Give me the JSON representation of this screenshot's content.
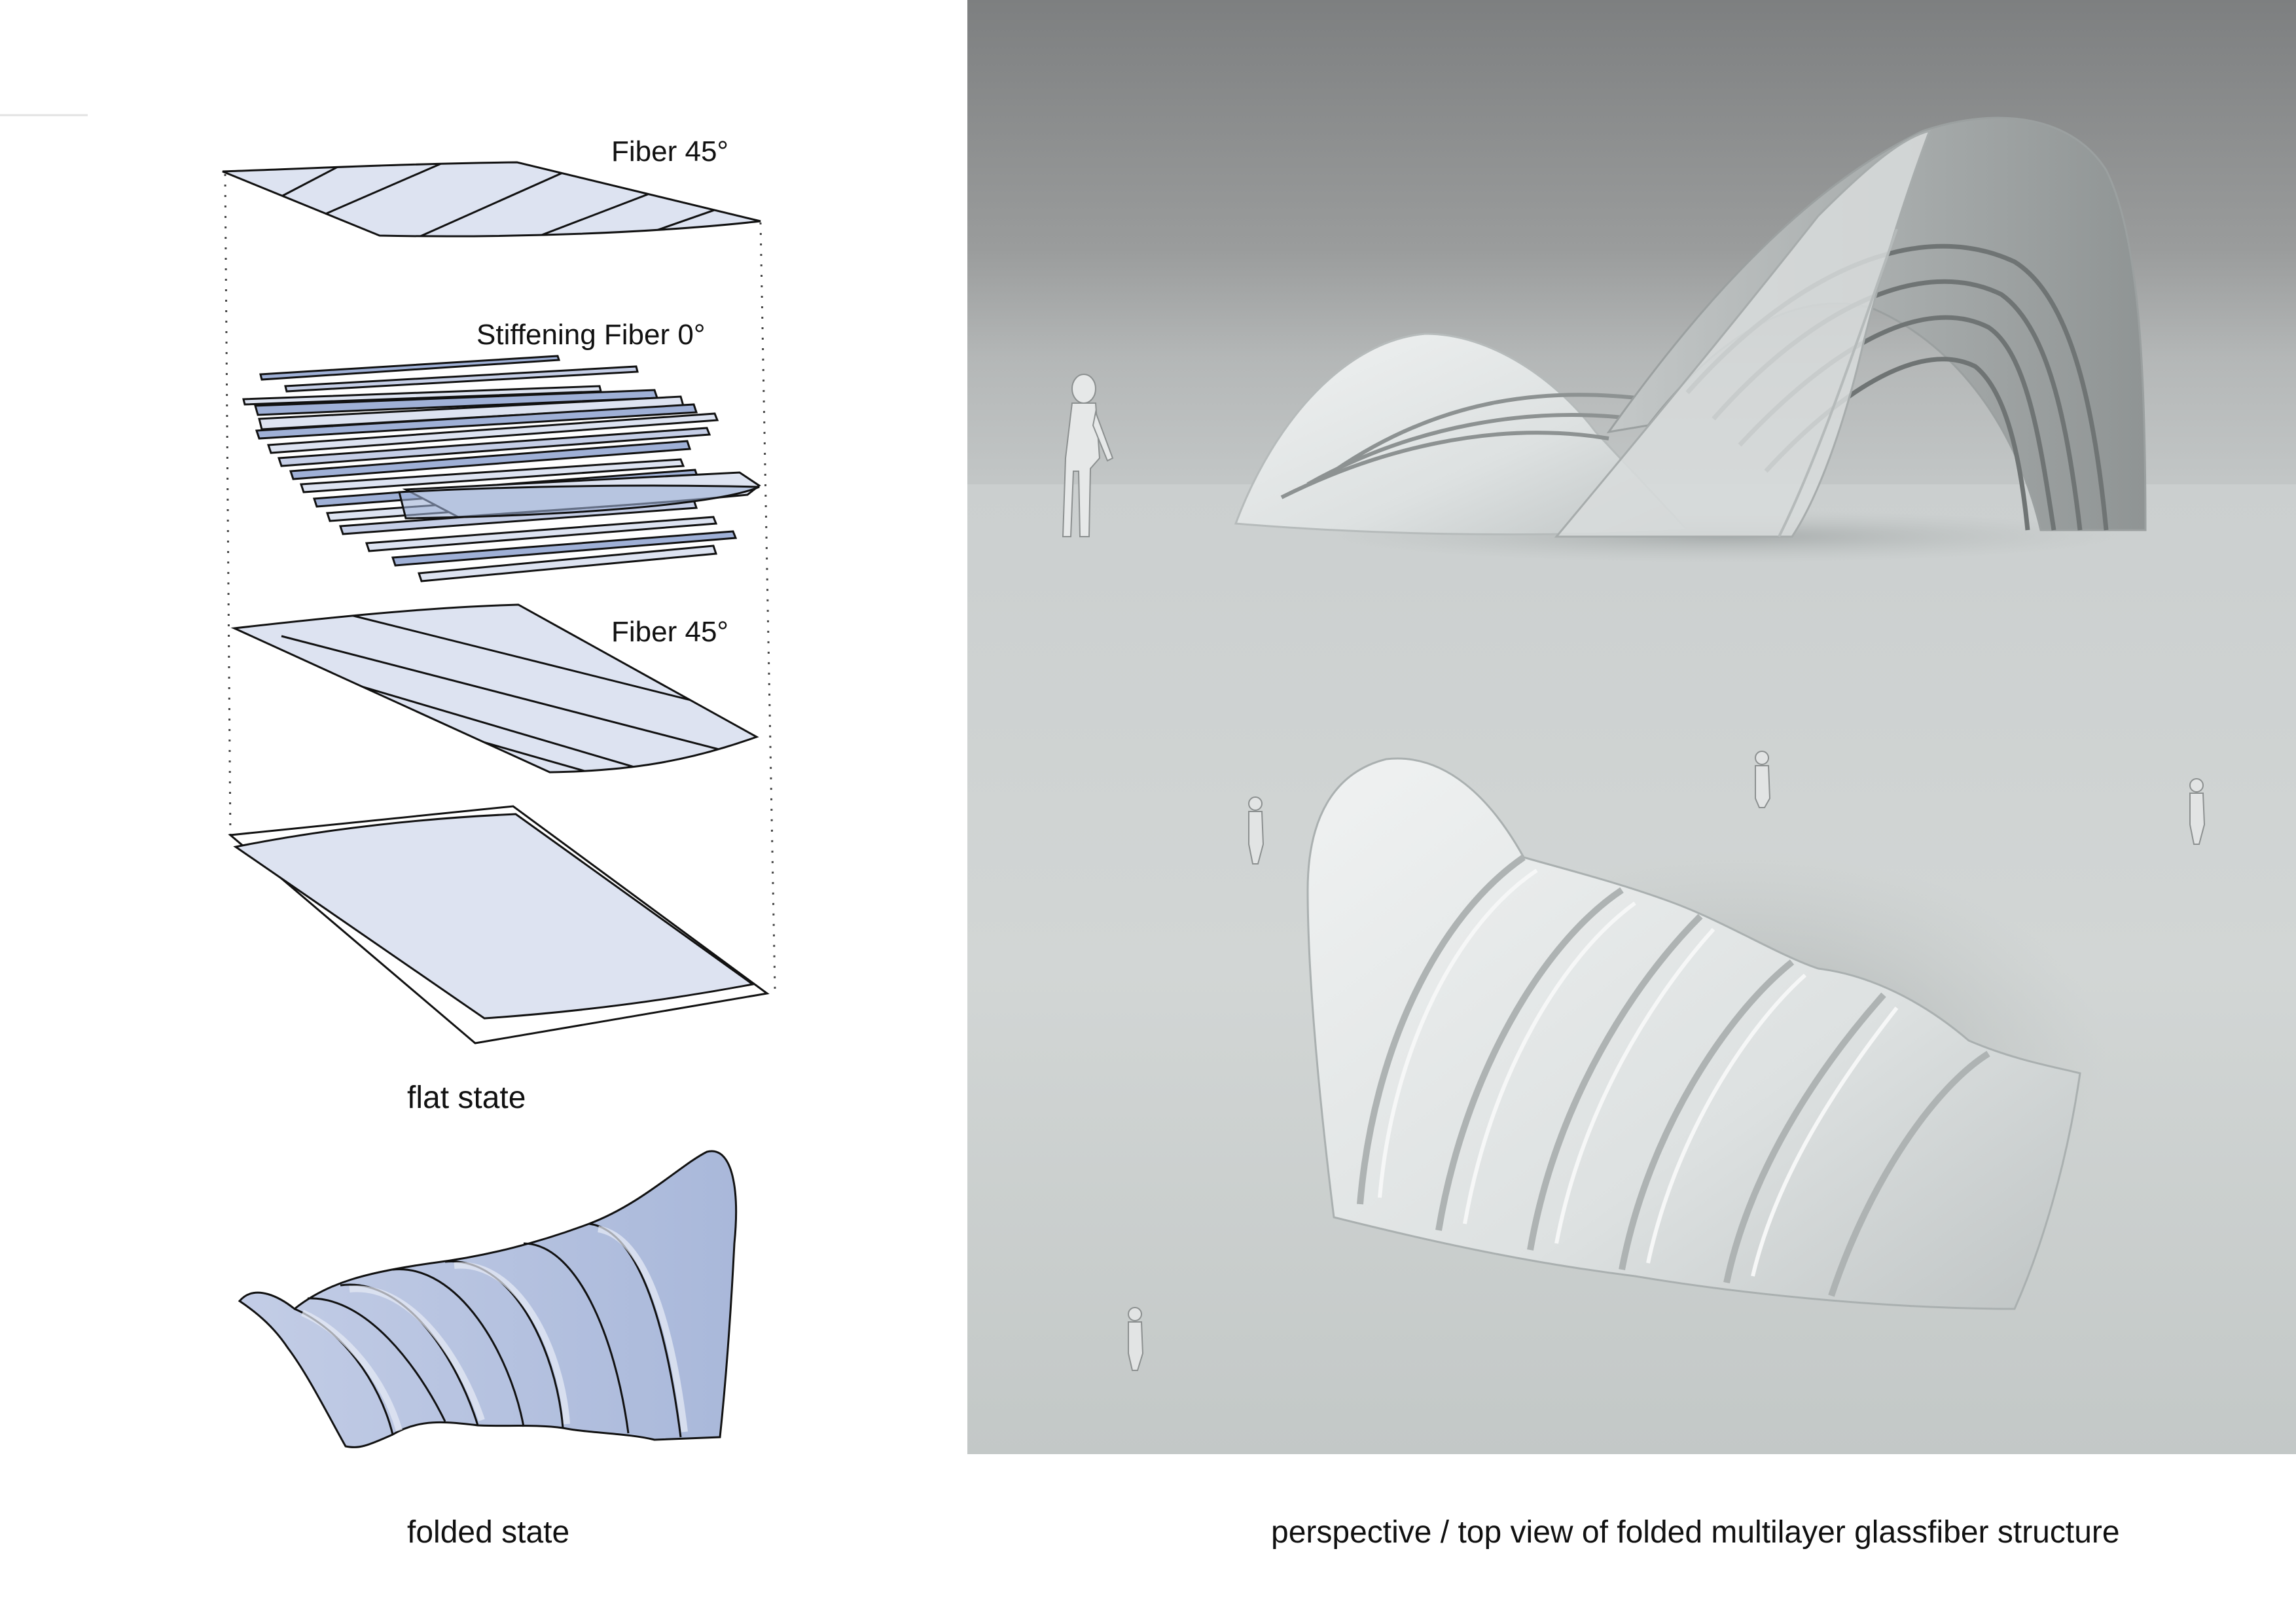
{
  "layers": {
    "top_label": "Fiber 45°",
    "stiffening_label": "Stiffening Fiber  0°",
    "bottom_fiber_label": "Fiber 45°"
  },
  "captions": {
    "flat_state": "flat state",
    "folded_state": "folded state",
    "render": "perspective / top view of folded multilayer glassfiber structure"
  },
  "colors": {
    "layer_fill": "#dde3f1",
    "stiffening_fill": "#9fb0d6",
    "folded_fill": "#b4c1de",
    "render_sky": "#8a8c8c",
    "render_ground": "#cfd4d3"
  }
}
